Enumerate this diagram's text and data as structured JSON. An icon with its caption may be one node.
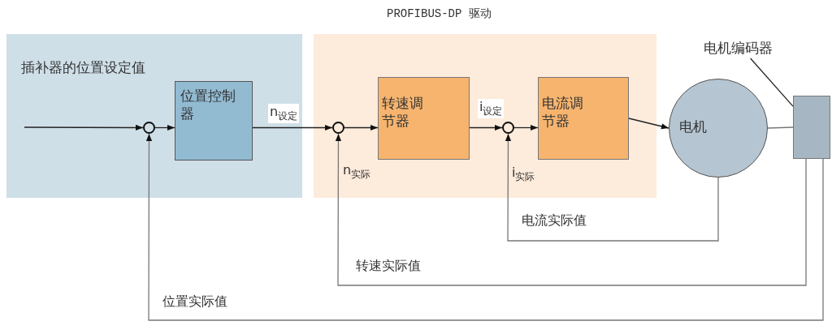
{
  "diagram": {
    "nodes": [
      {
        "text": [
          "插补器的位置设定值"
        ]
      },
      {
        "text": [],
        "shape": "circle",
        "in": 0
      },
      {
        "text": [
          "位置控制器"
        ],
        "in": 0
      },
      {
        "text": [
          "PROFIBUS-DP 驱动"
        ]
      },
      {
        "text": [],
        "shape": "circle",
        "in": 3
      },
      {
        "text": [
          "转速调节器"
        ],
        "in": 3
      },
      {
        "text": [],
        "shape": "circle",
        "in": 3
      },
      {
        "text": [
          "电流调节器"
        ],
        "in": 3
      },
      {
        "text": [
          "电机"
        ]
      },
      {
        "text": [],
        "shape": "box"
      },
      {
        "text": [
          "电机编码器"
        ]
      }
    ],
    "edges": [
      {
        "from": null,
        "to": 1,
        "arrow": "to"
      },
      {
        "from": 1,
        "to": 2,
        "arrow": "to"
      },
      {
        "from": 2,
        "to": 4,
        "arrow": "to",
        "label": "n$_{设定}$"
      },
      {
        "from": 4,
        "to": 5,
        "arrow": "to"
      },
      {
        "from": 5,
        "to": 6,
        "arrow": "to",
        "label": "i$_{设定}$"
      },
      {
        "from": 6,
        "to": 7,
        "arrow": "to"
      },
      {
        "from": 7,
        "to": 8,
        "arrow": "to"
      },
      {
        "from": 8,
        "to": 9,
        "arrow": "none",
        "color": "#777777"
      },
      {
        "from": 8,
        "to": 6,
        "arrow": "to",
        "label": "电流实际值",
        "color": "#777777"
      },
      {
        "from": 9,
        "to": 4,
        "arrow": "to",
        "label": "转速实际值",
        "color": "#777777"
      },
      {
        "from": 9,
        "to": 1,
        "arrow": "to",
        "label": "位置实际值",
        "color": "#777777"
      },
      {
        "from": 10,
        "to": 9,
        "arrow": "none"
      }
    ],
    "labels": [
      "n$_{实际}$",
      "i$_{实际}$"
    ]
  }
}
